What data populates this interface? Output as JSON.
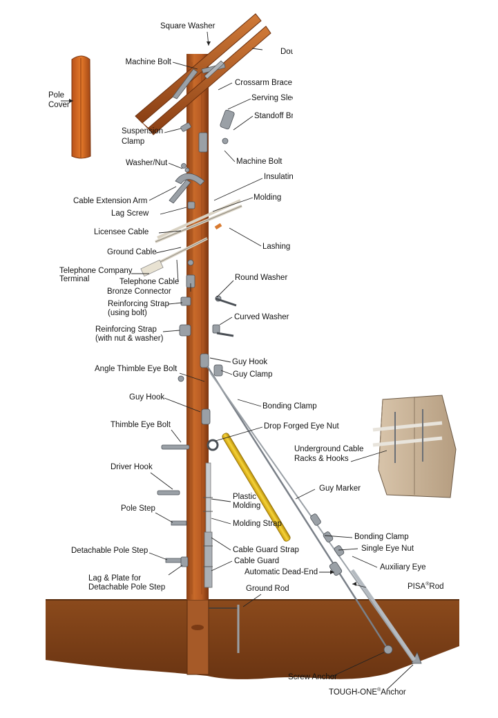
{
  "colors": {
    "wood_light": "#c86a2a",
    "wood_dark": "#8a3f14",
    "ground": "#8b4a1c",
    "ground_dark": "#6a3412",
    "metal": "#8e949a",
    "metal_light": "#c9cdd1",
    "marker": "#f0c419",
    "leader": "#222222"
  },
  "labels": {
    "square_washer": "Square Washer",
    "double_arming": "Dou",
    "machine_bolt_top": "Machine Bolt",
    "crossarm_brace": "Crossarm Brace",
    "pole_cover_1": "Pole",
    "pole_cover_2": "Cover",
    "serving_sleeve": "Serving Slee",
    "standoff_bracket": "Standoff Br",
    "suspension_clamp_1": "Suspension",
    "suspension_clamp_2": "Clamp",
    "machine_bolt_mid": "Machine Bolt",
    "washer_nut": "Washer/Nut",
    "insulating": "Insulatin",
    "cable_extension_arm": "Cable Extension Arm",
    "molding": "Molding",
    "lag_screw": "Lag Screw",
    "licensee_cable": "Licensee Cable",
    "lashing": "Lashing",
    "ground_cable": "Ground Cable",
    "telephone_terminal_1": "Telephone Company",
    "telephone_terminal_2": "Terminal",
    "telephone_cable": "Telephone Cable",
    "round_washer": "Round Washer",
    "bronze_connector": "Bronze Connector",
    "reinforcing_bolt_1": "Reinforcing Strap",
    "reinforcing_bolt_2": "(using bolt)",
    "curved_washer": "Curved Washer",
    "reinforcing_nut_1": "Reinforcing Strap",
    "reinforcing_nut_2": "(with nut & washer)",
    "guy_hook_top": "Guy Hook",
    "angle_thimble_eye_bolt": "Angle Thimble Eye Bolt",
    "guy_clamp": "Guy Clamp",
    "bonding_clamp_top": "Bonding Clamp",
    "guy_hook_mid": "Guy Hook",
    "drop_forged_eye_nut": "Drop Forged Eye Nut",
    "thimble_eye_bolt": "Thimble Eye Bolt",
    "underground_racks_1": "Underground Cable",
    "underground_racks_2": "Racks & Hooks",
    "driver_hook": "Driver Hook",
    "guy_marker": "Guy Marker",
    "plastic_molding_1": "Plastic",
    "plastic_molding_2": "Molding",
    "pole_step": "Pole Step",
    "molding_strap": "Molding Strap",
    "bonding_clamp_low": "Bonding Clamp",
    "single_eye_nut": "Single Eye Nut",
    "detachable_pole_step": "Detachable Pole Step",
    "cable_guard_strap": "Cable Guard Strap",
    "cable_guard": "Cable Guard",
    "auxiliary_eye": "Auxiliary Eye",
    "automatic_dead_end": "Automatic Dead-End",
    "lag_plate_1": "Lag & Plate for",
    "lag_plate_2": "Detachable Pole Step",
    "pisa_rod": "PISA",
    "pisa_reg": "®",
    "pisa_rod_suffix": "Rod",
    "ground_rod": "Ground Rod",
    "screw_anchor": "Screw Anchor",
    "tough_one_prefix": "TOUGH-ONE",
    "tough_one_reg": "®",
    "tough_one_suffix": "Anchor"
  }
}
